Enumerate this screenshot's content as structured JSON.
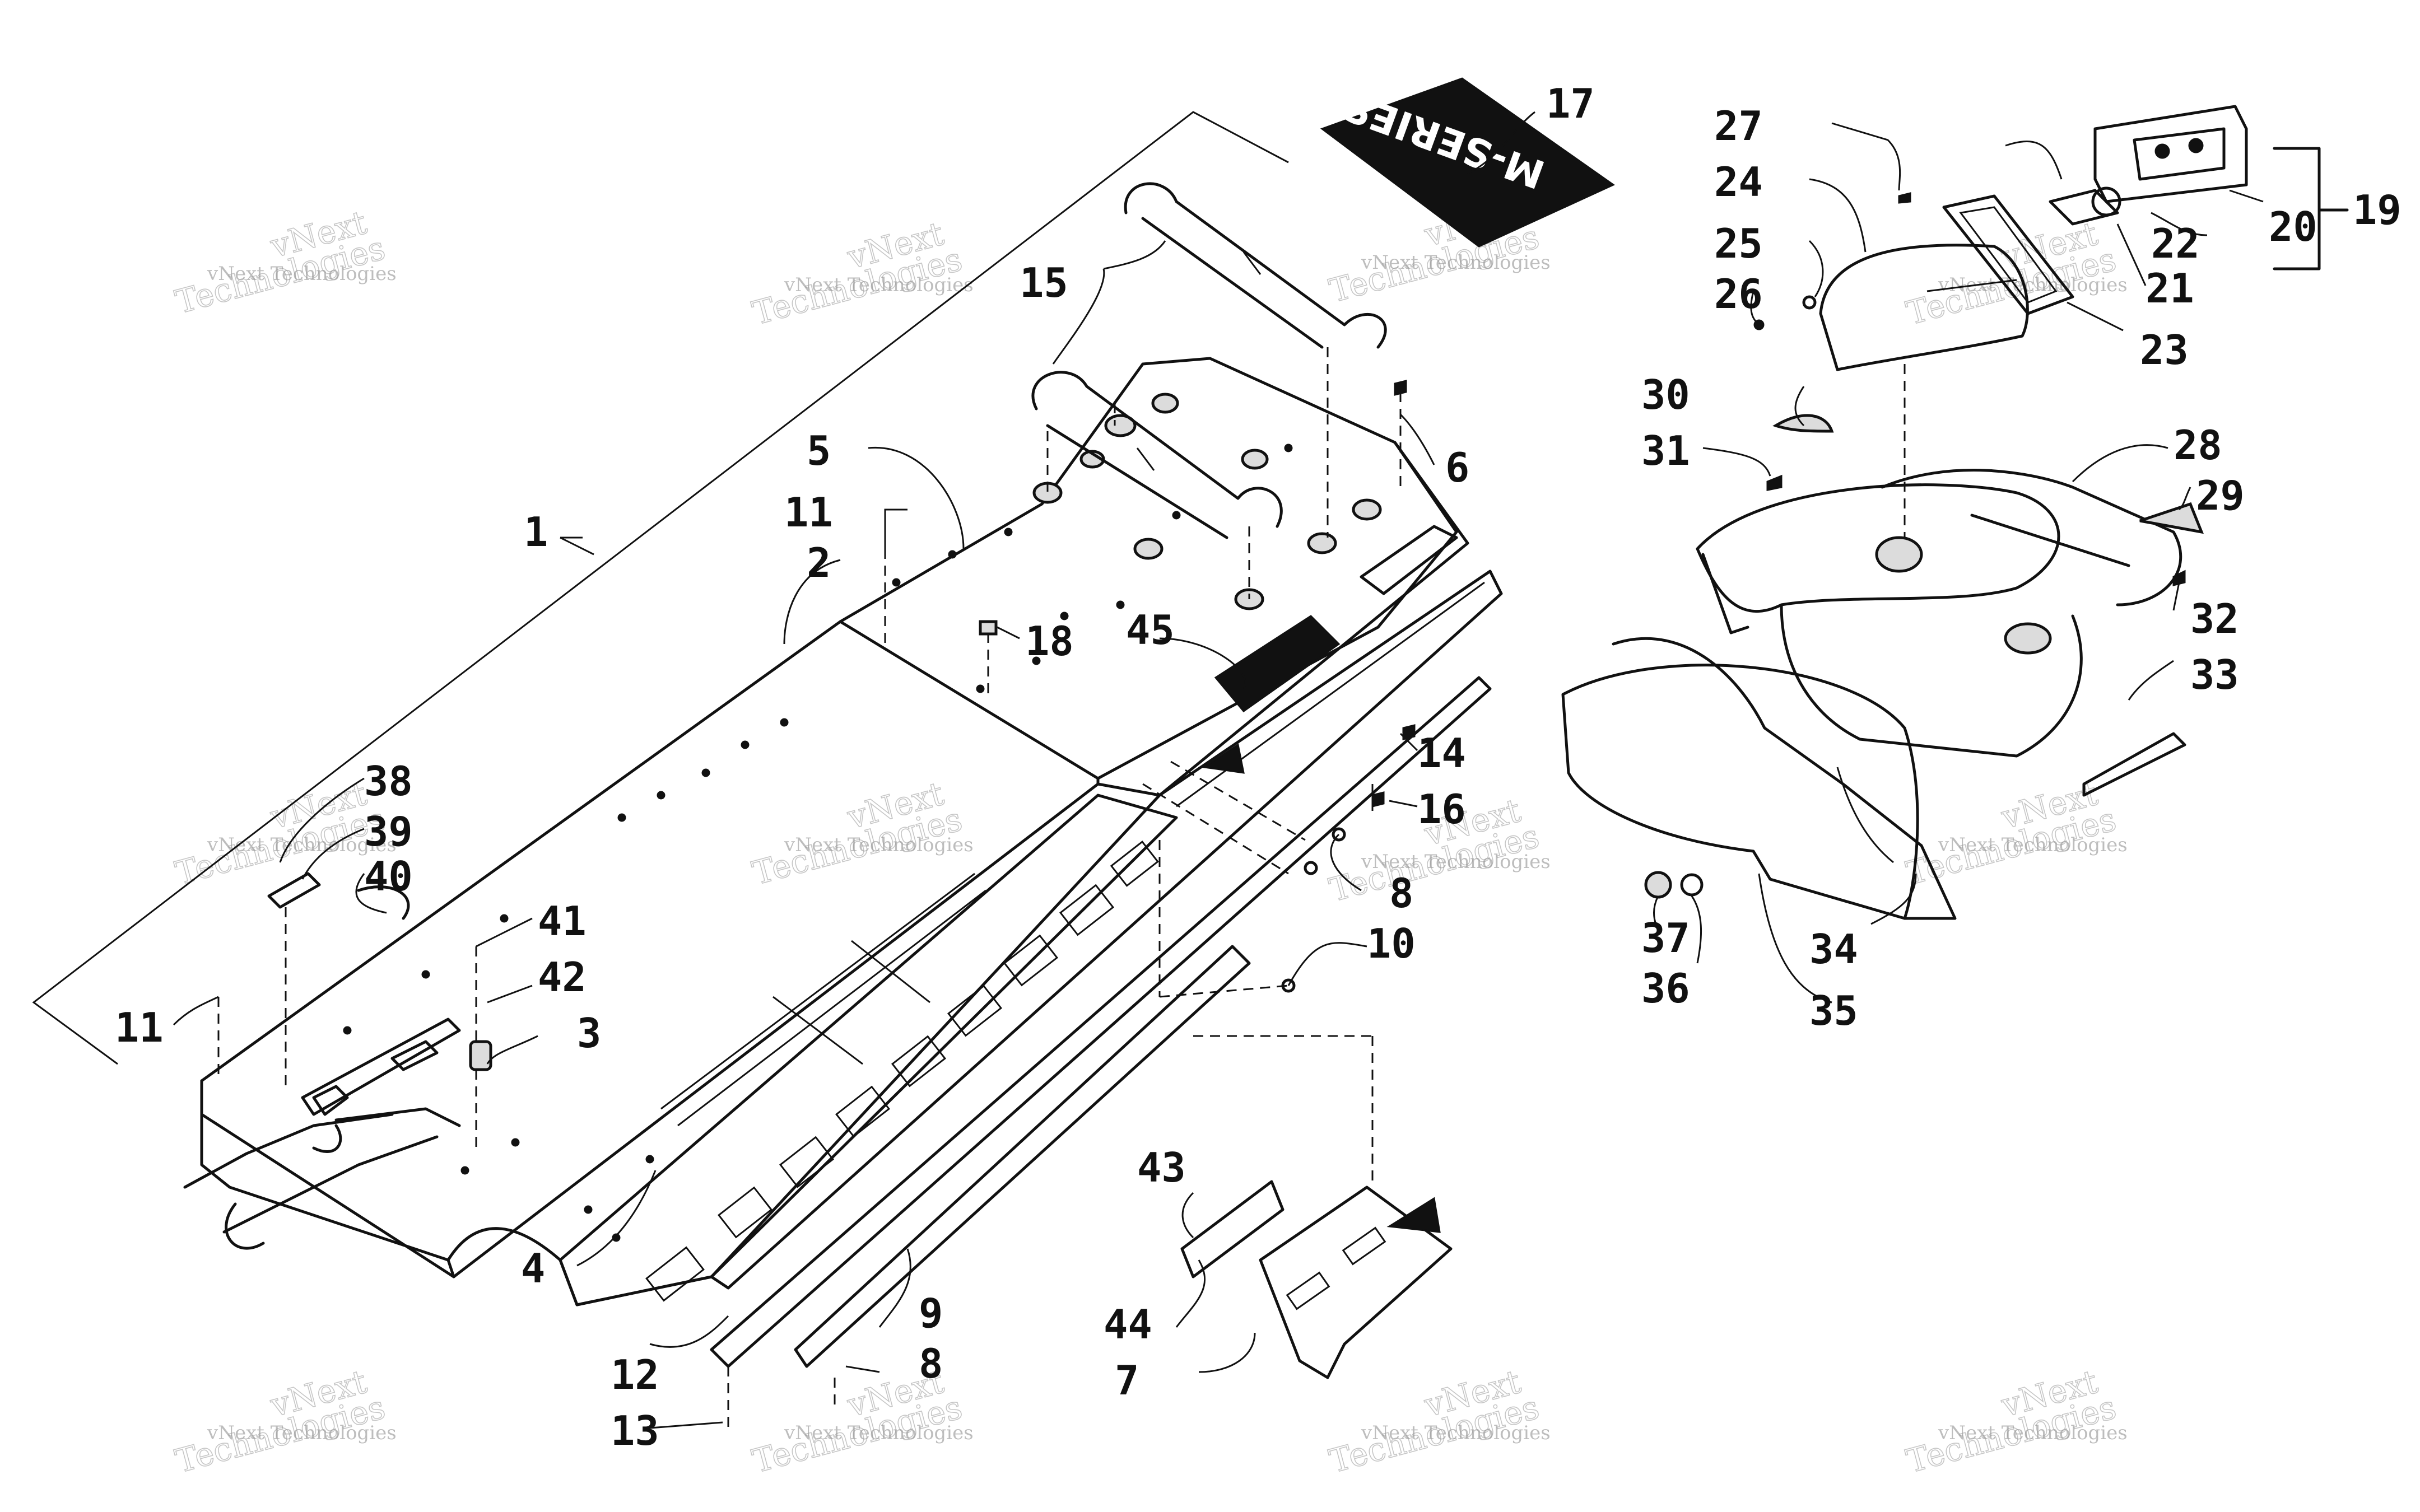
{
  "callouts": [
    {
      "id": "1",
      "label": "1"
    },
    {
      "id": "2",
      "label": "2"
    },
    {
      "id": "3",
      "label": "3"
    },
    {
      "id": "4",
      "label": "4"
    },
    {
      "id": "5",
      "label": "5"
    },
    {
      "id": "6",
      "label": "6"
    },
    {
      "id": "7",
      "label": "7"
    },
    {
      "id": "8a",
      "label": "8"
    },
    {
      "id": "8b",
      "label": "8"
    },
    {
      "id": "9",
      "label": "9"
    },
    {
      "id": "10",
      "label": "10"
    },
    {
      "id": "11a",
      "label": "11"
    },
    {
      "id": "11b",
      "label": "11"
    },
    {
      "id": "12",
      "label": "12"
    },
    {
      "id": "13",
      "label": "13"
    },
    {
      "id": "14",
      "label": "14"
    },
    {
      "id": "15",
      "label": "15"
    },
    {
      "id": "16",
      "label": "16"
    },
    {
      "id": "17",
      "label": "17"
    },
    {
      "id": "18",
      "label": "18"
    },
    {
      "id": "19",
      "label": "19"
    },
    {
      "id": "20",
      "label": "20"
    },
    {
      "id": "21",
      "label": "21"
    },
    {
      "id": "22",
      "label": "22"
    },
    {
      "id": "23",
      "label": "23"
    },
    {
      "id": "24",
      "label": "24"
    },
    {
      "id": "25",
      "label": "25"
    },
    {
      "id": "26",
      "label": "26"
    },
    {
      "id": "27",
      "label": "27"
    },
    {
      "id": "28",
      "label": "28"
    },
    {
      "id": "29",
      "label": "29"
    },
    {
      "id": "30",
      "label": "30"
    },
    {
      "id": "31",
      "label": "31"
    },
    {
      "id": "32",
      "label": "32"
    },
    {
      "id": "33",
      "label": "33"
    },
    {
      "id": "34",
      "label": "34"
    },
    {
      "id": "35",
      "label": "35"
    },
    {
      "id": "36",
      "label": "36"
    },
    {
      "id": "37",
      "label": "37"
    },
    {
      "id": "38",
      "label": "38"
    },
    {
      "id": "39",
      "label": "39"
    },
    {
      "id": "40",
      "label": "40"
    },
    {
      "id": "41",
      "label": "41"
    },
    {
      "id": "42",
      "label": "42"
    },
    {
      "id": "43",
      "label": "43"
    },
    {
      "id": "44",
      "label": "44"
    },
    {
      "id": "45",
      "label": "45"
    }
  ],
  "decal_text": "M-SERIES",
  "watermark": {
    "line1": "vNext Technologies",
    "line2": "vNext",
    "line3": "Technologies"
  }
}
